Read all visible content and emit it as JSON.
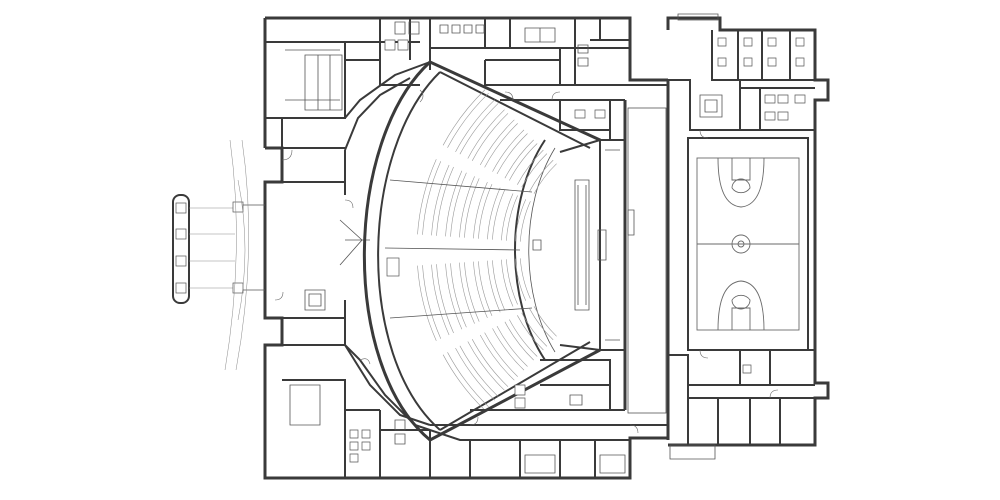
{
  "drawing": {
    "type": "architectural-floor-plan",
    "labels": []
  },
  "colors": {
    "line": "#3a3a3a",
    "light_line": "#9a9a9a",
    "background": "#ffffff"
  },
  "spaces": {
    "worship_center": {
      "seat_sections": 4,
      "rows_per_section": 8
    },
    "gymnasium": {
      "court": "basketball"
    },
    "canopy_columns": 4
  }
}
